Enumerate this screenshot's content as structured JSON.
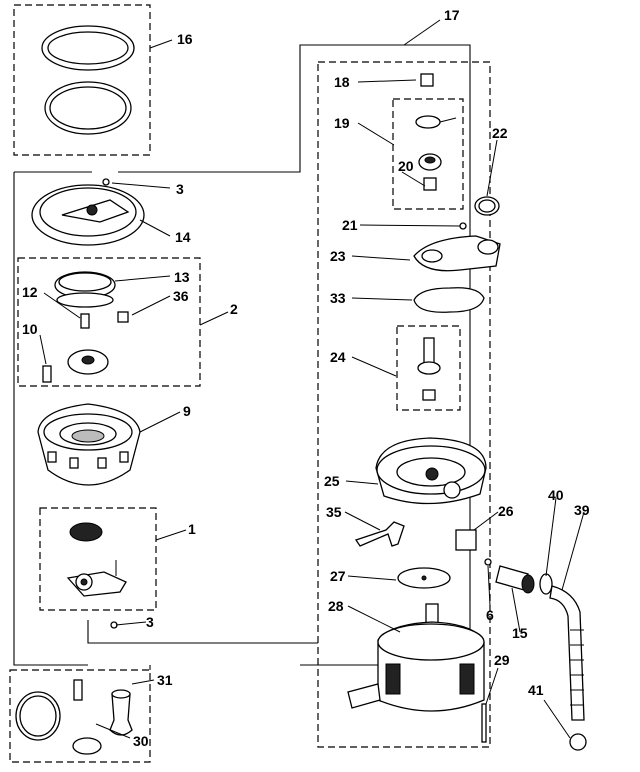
{
  "diagram": {
    "callouts": [
      {
        "key": "c16",
        "label": "16"
      },
      {
        "key": "c17",
        "label": "17"
      },
      {
        "key": "c18",
        "label": "18"
      },
      {
        "key": "c19",
        "label": "19"
      },
      {
        "key": "c20",
        "label": "20"
      },
      {
        "key": "c22",
        "label": "22"
      },
      {
        "key": "c3a",
        "label": "3"
      },
      {
        "key": "c14",
        "label": "14"
      },
      {
        "key": "c21",
        "label": "21"
      },
      {
        "key": "c23",
        "label": "23"
      },
      {
        "key": "c13",
        "label": "13"
      },
      {
        "key": "c12",
        "label": "12"
      },
      {
        "key": "c36",
        "label": "36"
      },
      {
        "key": "c2",
        "label": "2"
      },
      {
        "key": "c33",
        "label": "33"
      },
      {
        "key": "c10",
        "label": "10"
      },
      {
        "key": "c24",
        "label": "24"
      },
      {
        "key": "c9",
        "label": "9"
      },
      {
        "key": "c25",
        "label": "25"
      },
      {
        "key": "c40",
        "label": "40"
      },
      {
        "key": "c39",
        "label": "39"
      },
      {
        "key": "c35",
        "label": "35"
      },
      {
        "key": "c26",
        "label": "26"
      },
      {
        "key": "c1",
        "label": "1"
      },
      {
        "key": "c27",
        "label": "27"
      },
      {
        "key": "c6",
        "label": "6"
      },
      {
        "key": "c3b",
        "label": "3"
      },
      {
        "key": "c28",
        "label": "28"
      },
      {
        "key": "c15",
        "label": "15"
      },
      {
        "key": "c29",
        "label": "29"
      },
      {
        "key": "c31",
        "label": "31"
      },
      {
        "key": "c41",
        "label": "41"
      },
      {
        "key": "c30",
        "label": "30"
      }
    ]
  }
}
